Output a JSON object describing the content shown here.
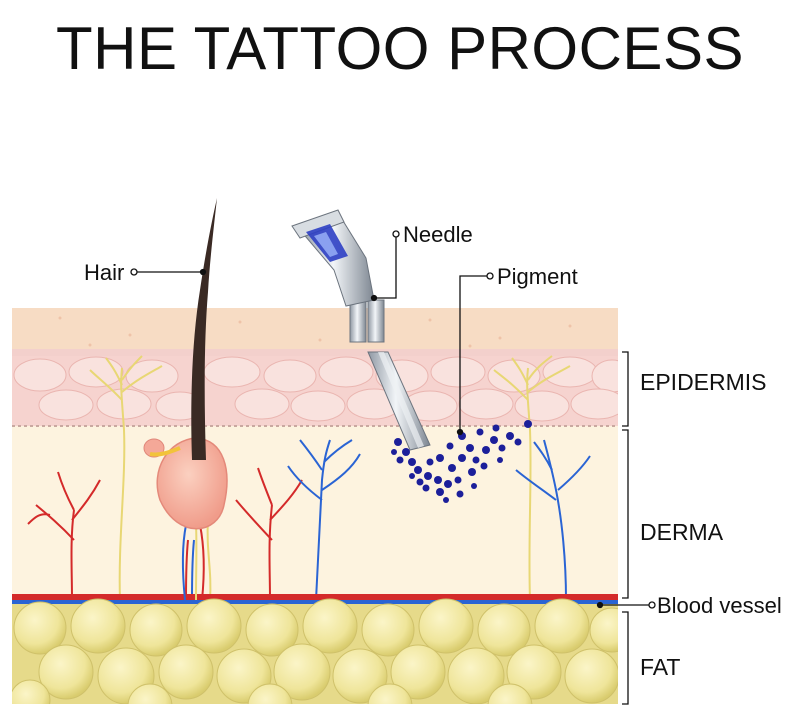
{
  "title": "THE TATTOO PROCESS",
  "labels": {
    "hair": "Hair",
    "needle": "Needle",
    "pigment": "Pigment",
    "blood_vessel": "Blood vessel"
  },
  "layers": {
    "epidermis": "EPIDERMIS",
    "derma": "DERMA",
    "fat": "FAT"
  },
  "colors": {
    "surface": "#f7dcc4",
    "epidermis": "#f6d3cf",
    "derma": "#fdf3df",
    "fat": "#f0e79c",
    "pigment": "#1c1f9a",
    "artery": "#d42a2a",
    "vein": "#2a64d4",
    "nerve": "#e8d774",
    "hair": "#3a2a24"
  }
}
